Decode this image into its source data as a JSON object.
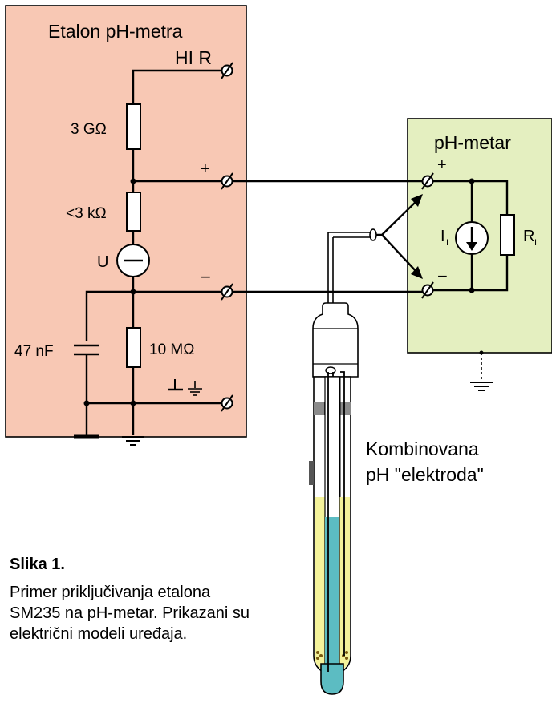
{
  "etalon": {
    "title": "Etalon pH-metra",
    "hi_r": "HI R",
    "r_top": "3 GΩ",
    "r_mid": "<3 kΩ",
    "source": "U",
    "r_bottom": "10 MΩ",
    "capacitor": "47 nF",
    "plus": "+",
    "minus": "−",
    "colors": {
      "fill": "#f8c8b4",
      "border": "#000000"
    }
  },
  "ph_meter": {
    "title": "pH-metar",
    "plus": "+",
    "minus": "−",
    "current_label": "I",
    "current_sub": "I",
    "resistor_label": "R",
    "resistor_sub": "I",
    "colors": {
      "fill": "#e4efc0",
      "border": "#000000"
    }
  },
  "electrode": {
    "label_line1": "Kombinovana",
    "label_line2": "pH \"elektroda\"",
    "colors": {
      "glass": "#ffffff",
      "electrolyte": "#f4f29a",
      "buffer": "#5cbcc2",
      "seal": "#8a8a8a"
    }
  },
  "caption": {
    "title": "Slika 1.",
    "text": "Primer priključivanja etalona SM235 na pH-metar. Prikazani su električni modeli uređaja."
  }
}
